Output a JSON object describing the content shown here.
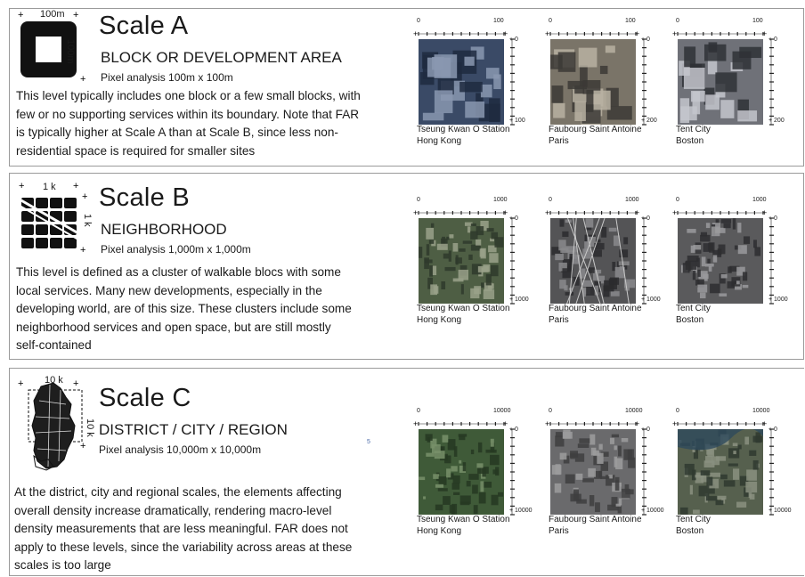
{
  "scales": [
    {
      "id": "a",
      "title": "Scale A",
      "subtitle": "BLOCK OR DEVELOPMENT AREA",
      "pixel": "Pixel analysis 100m x 100m",
      "icon_top_label": "100m",
      "icon_side_label": "100m",
      "description": "This level typically includes one block or a few small blocks, with few or no supporting services within its boundary. Note that FAR is typically higher at Scale A than at Scale B, since less non-residential space is required for smaller sites",
      "images": [
        {
          "line1": "Tseung Kwan O Station",
          "line2": "Hong Kong",
          "top_start": "0",
          "top_end": "100",
          "side_start": "0",
          "side_end": "100",
          "image_icon": "aerial-photo-dense-towers"
        },
        {
          "line1": "Faubourg Saint Antoine",
          "line2": "Paris",
          "top_start": "0",
          "top_end": "100",
          "side_start": "0",
          "side_end": "200",
          "image_icon": "aerial-photo-courtyard-blocks"
        },
        {
          "line1": "Tent City",
          "line2": "Boston",
          "top_start": "0",
          "top_end": "100",
          "side_start": "0",
          "side_end": "200",
          "image_icon": "aerial-photo-rooftops"
        }
      ]
    },
    {
      "id": "b",
      "title": "Scale B",
      "subtitle": "NEIGHBORHOOD",
      "pixel": "Pixel analysis 1,000m x 1,000m",
      "icon_top_label": "1 k",
      "icon_side_label": "1 k",
      "description": "This level is defined as a cluster of walkable blocs with some local services. Many new developments, especially in the developing world, are of this size.  These clusters include some neighborhood services and open space, but are still mostly self-contained",
      "images": [
        {
          "line1": "Tseung Kwan O Station",
          "line2": "Hong Kong",
          "top_start": "0",
          "top_end": "1000",
          "side_start": "0",
          "side_end": "1000",
          "image_icon": "aerial-photo-neighborhood-green"
        },
        {
          "line1": "Faubourg Saint Antoine",
          "line2": "Paris",
          "top_start": "0",
          "top_end": "1000",
          "side_start": "0",
          "side_end": "1000",
          "image_icon": "aerial-photo-street-grid"
        },
        {
          "line1": "Tent City",
          "line2": "Boston",
          "top_start": "0",
          "top_end": "1000",
          "side_start": "0",
          "side_end": "1000",
          "image_icon": "aerial-photo-urban-fabric"
        }
      ]
    },
    {
      "id": "c",
      "title": "Scale C",
      "subtitle": "DISTRICT / CITY / REGION",
      "pixel": "Pixel analysis 10,000m x 10,000m",
      "icon_top_label": "10 k",
      "icon_side_label": "10 k",
      "description": "At the district, city and regional scales, the elements affecting overall density increase dramatically, rendering macro-level density measurements that are less meaningful. FAR does not apply to these levels, since the variability across areas at these scales is too large",
      "images": [
        {
          "line1": "Tseung Kwan O Station",
          "line2": "Hong Kong",
          "top_start": "0",
          "top_end": "10000",
          "side_start": "0",
          "side_end": "10000",
          "image_icon": "aerial-photo-hills-coast"
        },
        {
          "line1": "Faubourg Saint Antoine",
          "line2": "Paris",
          "top_start": "0",
          "top_end": "10000",
          "side_start": "0",
          "side_end": "10000",
          "image_icon": "aerial-photo-city-gray"
        },
        {
          "line1": "Tent City",
          "line2": "Boston",
          "top_start": "0",
          "top_end": "10000",
          "side_start": "0",
          "side_end": "10000",
          "image_icon": "aerial-photo-river-city"
        }
      ]
    }
  ],
  "stray_mark": "5",
  "colors": {
    "text": "#1a1a1a",
    "border": "#9a9a9a",
    "icon": "#111111"
  }
}
